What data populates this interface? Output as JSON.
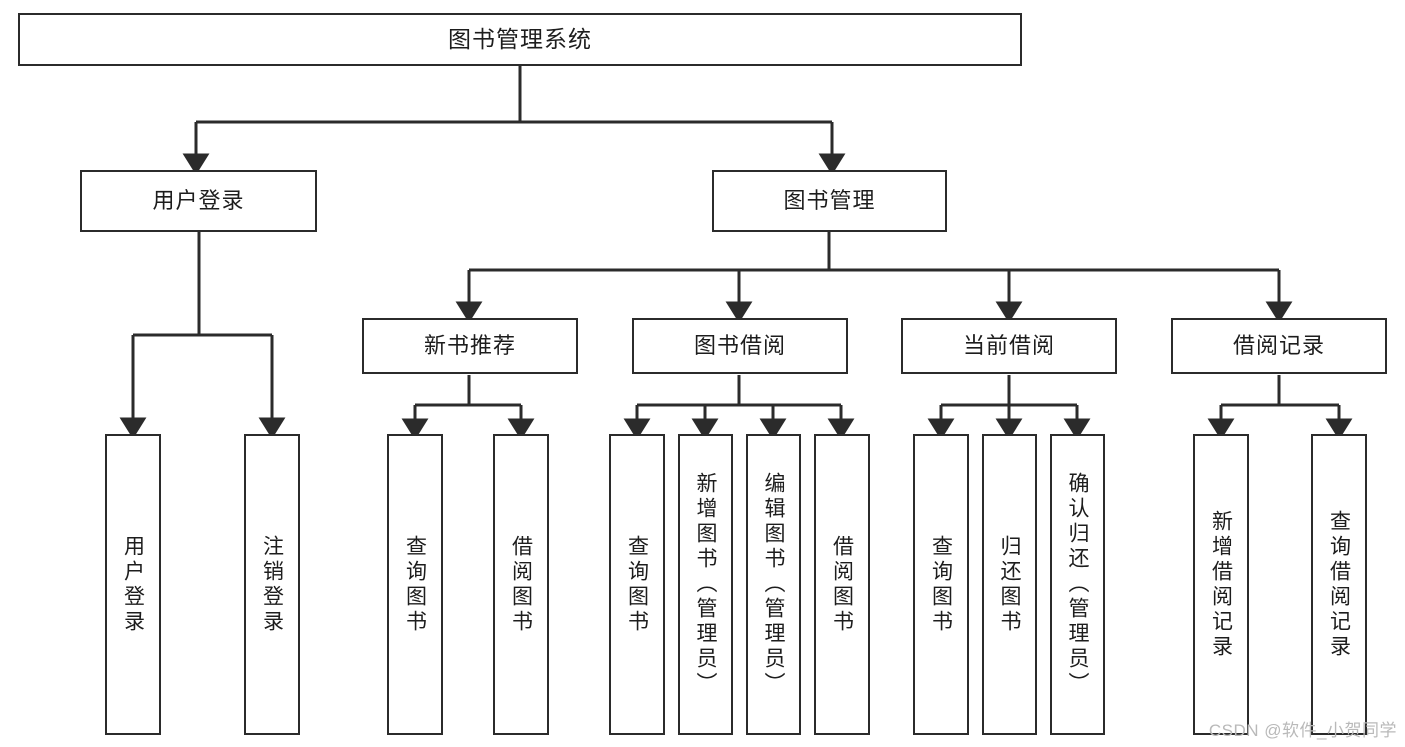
{
  "diagram": {
    "title": "图书管理系统",
    "watermark": "CSDN @软件_小贺同学",
    "root": {
      "id": "root",
      "label": "图书管理系统"
    },
    "level2": [
      {
        "id": "user-login",
        "label": "用户登录"
      },
      {
        "id": "book-management",
        "label": "图书管理"
      }
    ],
    "level3": [
      {
        "id": "new-book-recommend",
        "label": "新书推荐"
      },
      {
        "id": "book-borrow",
        "label": "图书借阅"
      },
      {
        "id": "current-borrow",
        "label": "当前借阅"
      },
      {
        "id": "borrow-record",
        "label": "借阅记录"
      }
    ],
    "leaves": {
      "user_login": [
        {
          "id": "leaf-user-login",
          "label": "用户登录"
        },
        {
          "id": "leaf-logout",
          "label": "注销登录"
        }
      ],
      "new_book_recommend": [
        {
          "id": "leaf-query-book-1",
          "label": "查询图书"
        },
        {
          "id": "leaf-borrow-book-1",
          "label": "借阅图书"
        }
      ],
      "book_borrow": [
        {
          "id": "leaf-query-book-2",
          "label": "查询图书"
        },
        {
          "id": "leaf-add-book",
          "label": "新增图书（管理员）"
        },
        {
          "id": "leaf-edit-book",
          "label": "编辑图书（管理员）"
        },
        {
          "id": "leaf-borrow-book-2",
          "label": "借阅图书"
        }
      ],
      "current_borrow": [
        {
          "id": "leaf-query-book-3",
          "label": "查询图书"
        },
        {
          "id": "leaf-return-book",
          "label": "归还图书"
        },
        {
          "id": "leaf-confirm-return",
          "label": "确认归还（管理员）"
        }
      ],
      "borrow_record": [
        {
          "id": "leaf-add-record",
          "label": "新增借阅记录"
        },
        {
          "id": "leaf-query-record",
          "label": "查询借阅记录"
        }
      ]
    },
    "colors": {
      "stroke": "#2b2b2b",
      "background": "#ffffff",
      "text": "#1d1d1d",
      "watermark": "#b9b9b9"
    }
  }
}
